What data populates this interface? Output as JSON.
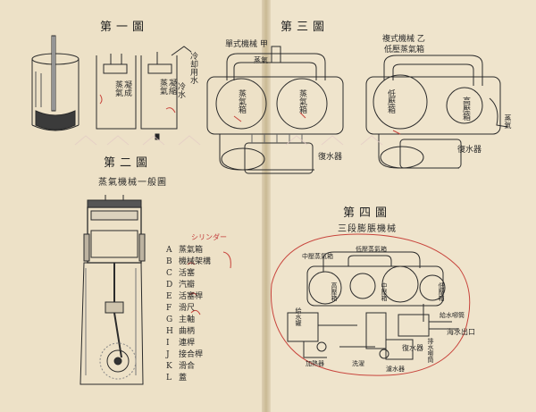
{
  "fig1": {
    "title": "第一圖",
    "labels": [
      "冷却用水",
      "蒸氣",
      "凝成",
      "蒸氣",
      "凝縮",
      "冷水"
    ]
  },
  "fig2": {
    "title": "第二圖",
    "subtitle": "蒸氣機械一般圖",
    "legend_note": "シリンダー",
    "legend": [
      {
        "key": "A",
        "text": "蒸氣箱"
      },
      {
        "key": "B",
        "text": "機械架構"
      },
      {
        "key": "C",
        "text": "活塞"
      },
      {
        "key": "D",
        "text": "汽瓣"
      },
      {
        "key": "E",
        "text": "活塞桿"
      },
      {
        "key": "F",
        "text": "滑尺"
      },
      {
        "key": "G",
        "text": "主軸"
      },
      {
        "key": "H",
        "text": "曲柄"
      },
      {
        "key": "I",
        "text": "連桿"
      },
      {
        "key": "J",
        "text": "接合桿"
      },
      {
        "key": "K",
        "text": "滑合"
      },
      {
        "key": "L",
        "text": "蓋"
      }
    ]
  },
  "fig3": {
    "title": "第三圖",
    "left_caption": "單式機械 甲",
    "right_caption": "複式機械 乙",
    "right_caption2": "低壓蒸氣箱",
    "labels": {
      "steam": "蒸氣",
      "box_l": "蒸氣箱",
      "box_r": "蒸氣箱",
      "condenser": "復水器",
      "low": "低壓箱",
      "high": "高壓箱",
      "steam2": "蒸氣",
      "condenser2": "復水器"
    }
  },
  "fig4": {
    "title": "第四圖",
    "subtitle": "三段膨脹機械",
    "labels": {
      "mid": "中壓蒸氣箱",
      "low": "低壓蒸氣箱",
      "hp": "高壓箱",
      "ip": "中壓箱",
      "lp": "低壓箱",
      "cond": "復水器",
      "pump": "給水喞筒",
      "to_boiler": "給水罐",
      "heater": "加熱器",
      "wash": "洗濯",
      "filter": "濾水器",
      "discharge": "排水喞筒",
      "sea": "海水出口"
    }
  },
  "colors": {
    "paper": "#efe4cc",
    "ink": "#2a2a2a",
    "red_pencil": "#c8443c"
  }
}
